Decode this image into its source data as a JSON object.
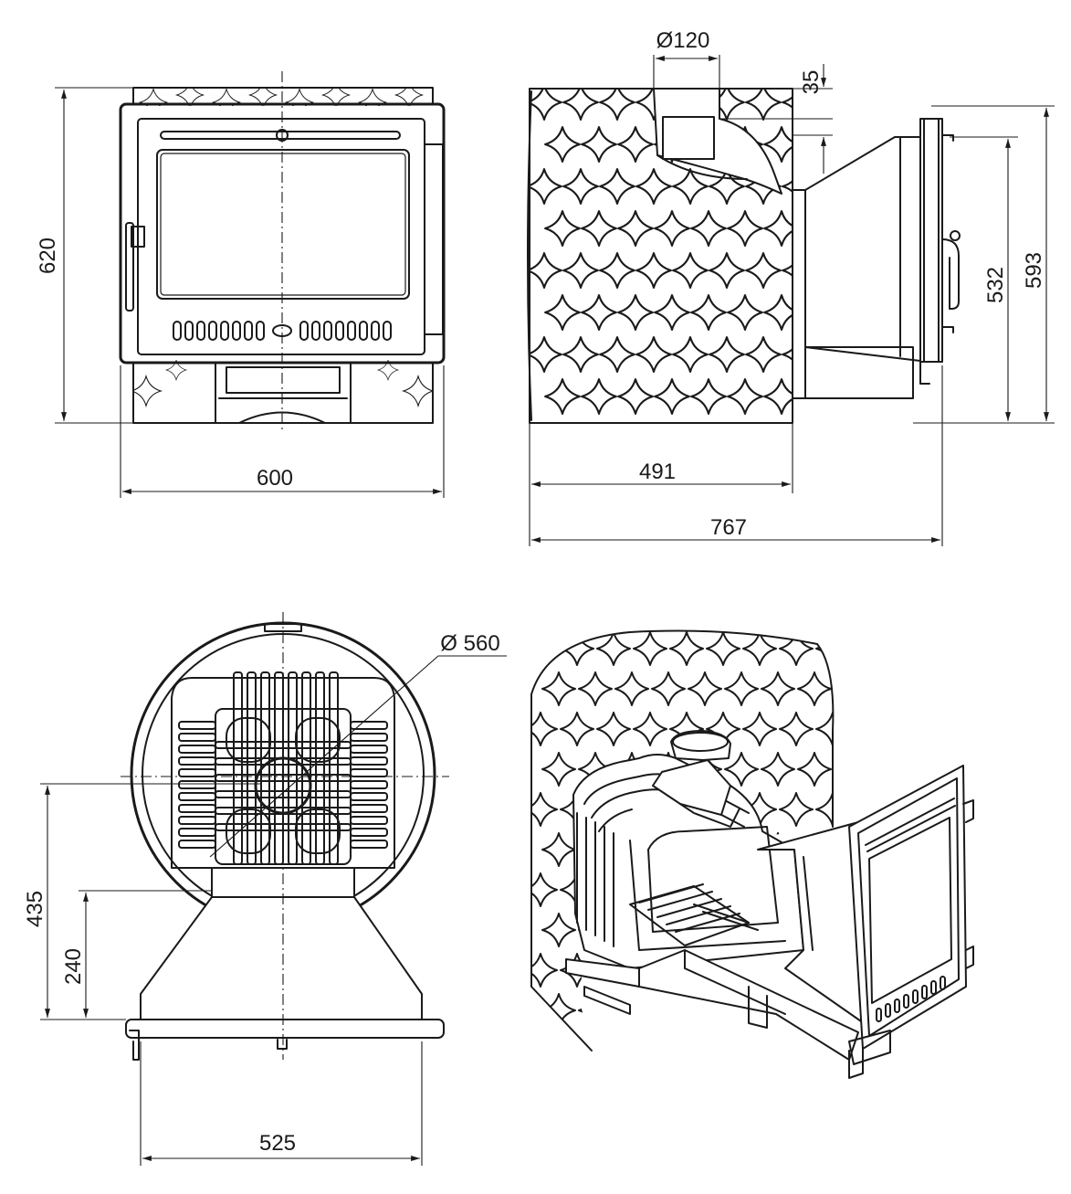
{
  "dimensions": {
    "front_height": "620",
    "front_width": "600",
    "flue_diameter": "Ø120",
    "flue_offset": "35",
    "side_inner_height": "532",
    "side_total_height": "593",
    "side_body_depth": "491",
    "side_total_depth": "767",
    "top_diameter": "Ø 560",
    "top_depth_a": "435",
    "top_depth_b": "240",
    "top_width": "525"
  }
}
